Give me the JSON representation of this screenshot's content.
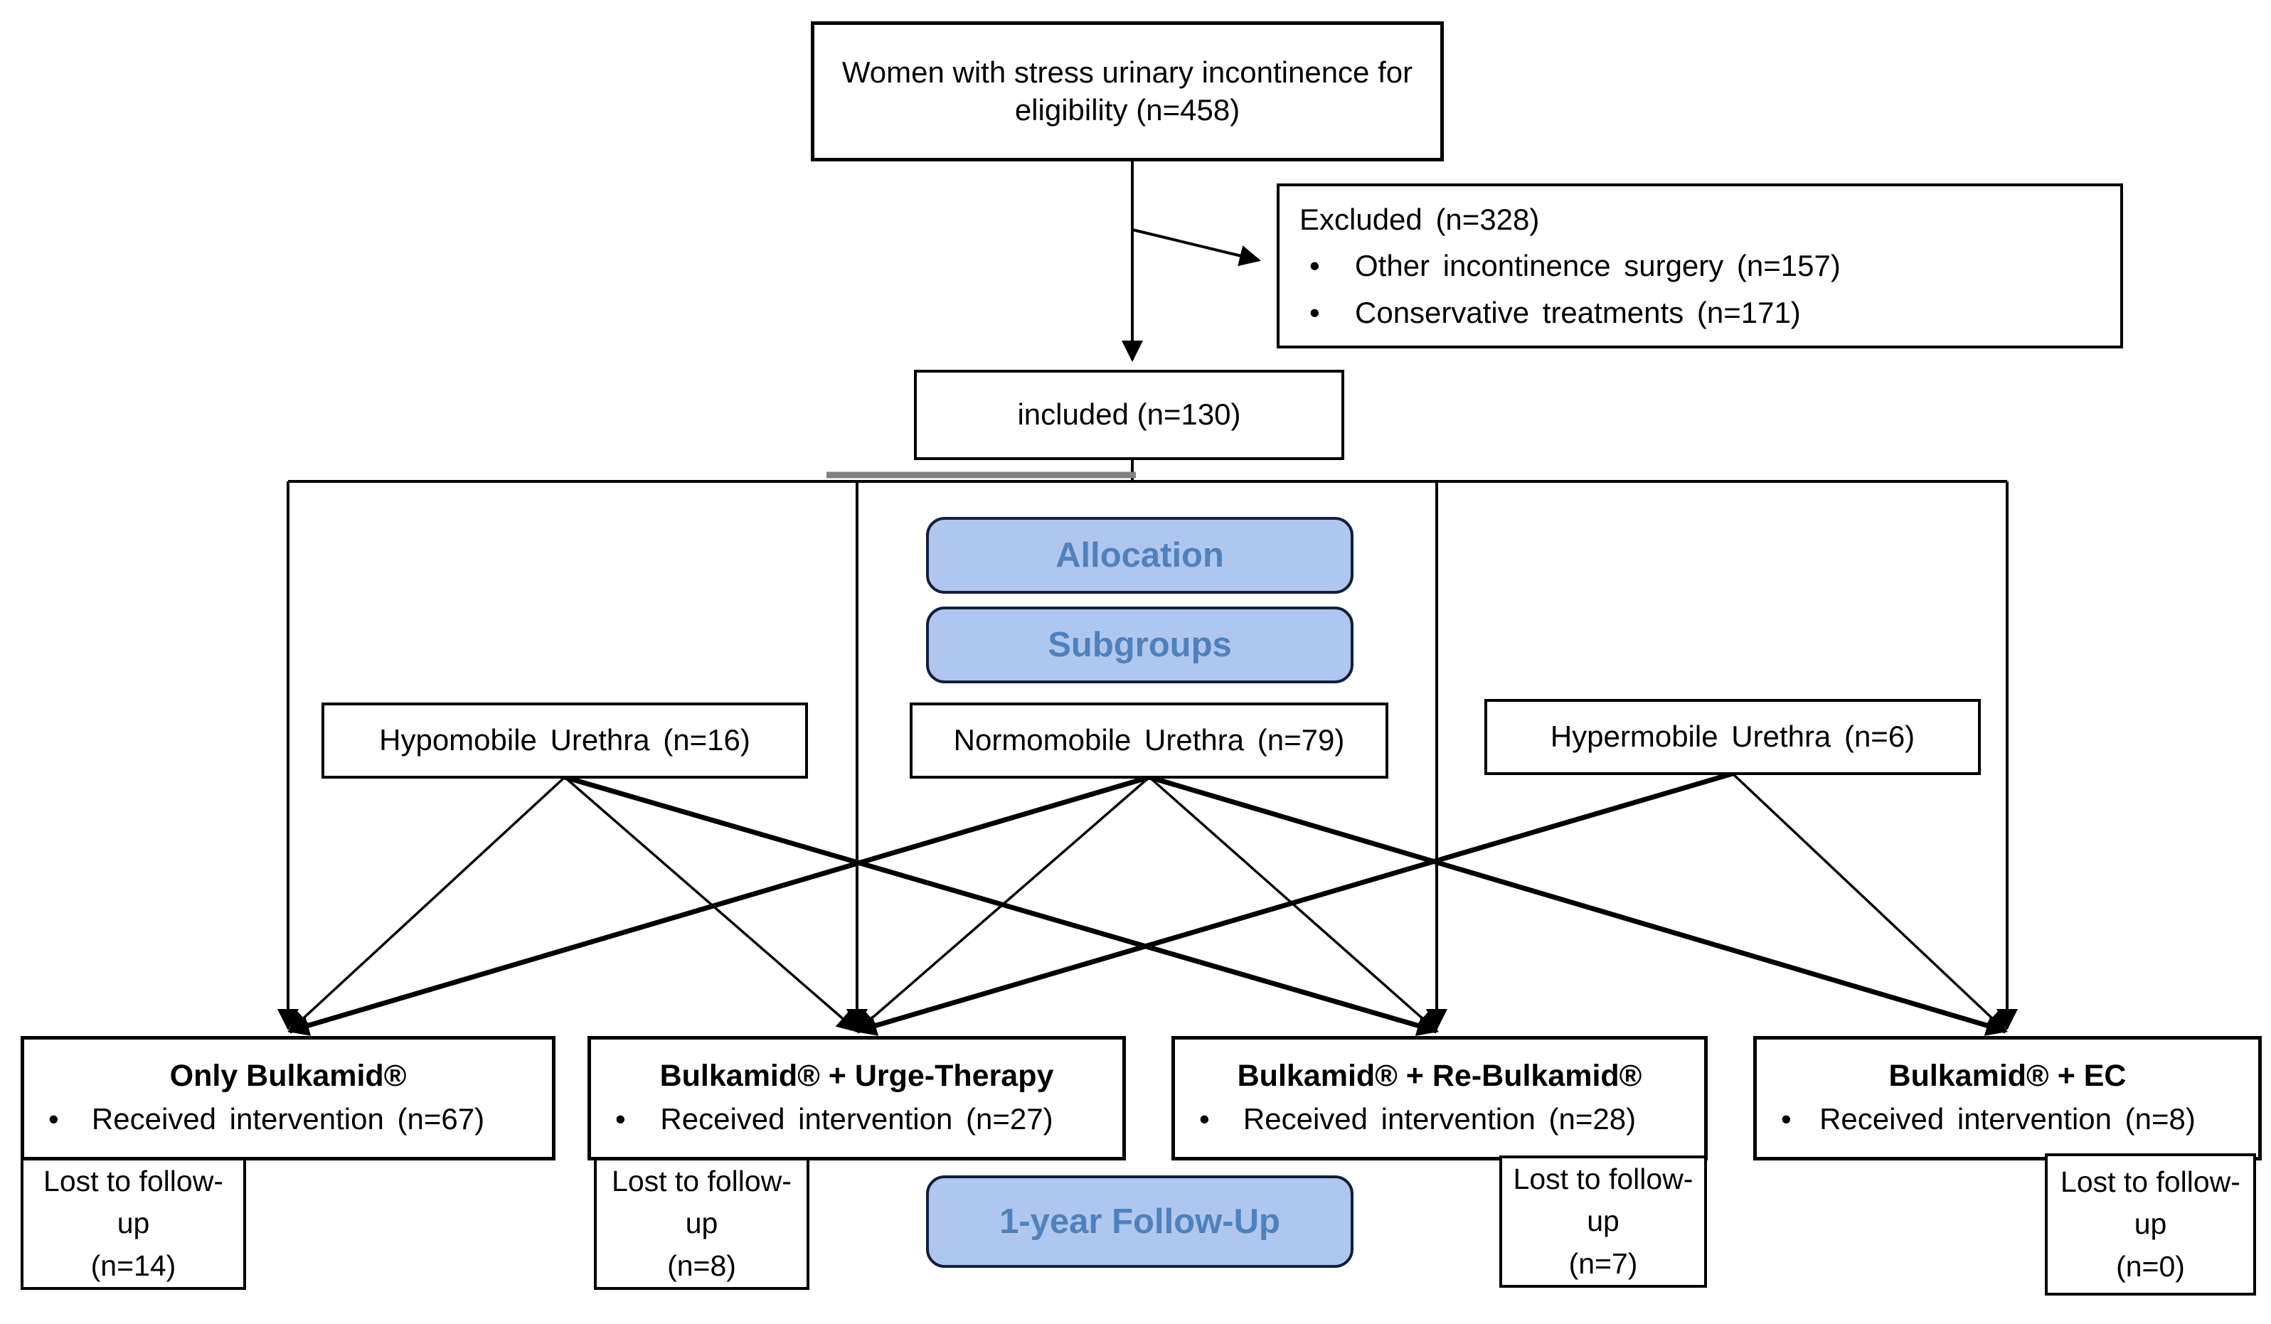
{
  "glyphs": {
    "bullet": "•"
  },
  "colors": {
    "stage_fill": "#afc7ee",
    "stage_border": "#111f3d",
    "stage_text": "#4f81bd",
    "connector_gray": "#808080",
    "line_black": "#000000"
  },
  "eligibility": {
    "text": "Women with stress urinary incontinence for eligibility (n=458)"
  },
  "excluded": {
    "title": "Excluded (n=328)",
    "bullets": [
      "Other incontinence surgery (n=157)",
      "Conservative treatments (n=171)"
    ]
  },
  "included": {
    "text": "included (n=130)"
  },
  "stages": {
    "allocation": "Allocation",
    "subgroups": "Subgroups",
    "followup": "1-year Follow-Up"
  },
  "subgroups": [
    {
      "label": "Hypomobile Urethra (n=16)"
    },
    {
      "label": "Normomobile Urethra (n=79)"
    },
    {
      "label": "Hypermobile Urethra (n=6)"
    }
  ],
  "groups": [
    {
      "title": "Only Bulkamid®",
      "intervention": "Received intervention (n=67)",
      "lost": "Lost to follow-up",
      "lost_n": "(n=14)"
    },
    {
      "title": "Bulkamid® + Urge-Therapy",
      "intervention": "Received intervention (n=27)",
      "lost": "Lost to follow-up",
      "lost_n": "(n=8)"
    },
    {
      "title": "Bulkamid® + Re-Bulkamid®",
      "intervention": "Received intervention (n=28)",
      "lost": "Lost to follow-up",
      "lost_n": "(n=7)"
    },
    {
      "title": "Bulkamid® + EC",
      "intervention": "Received intervention (n=8)",
      "lost": "Lost to follow-up",
      "lost_n": "(n=0)"
    }
  ],
  "edges": [
    {
      "from": "hypomobile",
      "to": "group1",
      "thick": false
    },
    {
      "from": "hypomobile",
      "to": "group2",
      "thick": false
    },
    {
      "from": "hypomobile",
      "to": "group3",
      "thick": true
    },
    {
      "from": "normomobile",
      "to": "group1",
      "thick": true
    },
    {
      "from": "normomobile",
      "to": "group2",
      "thick": false
    },
    {
      "from": "normomobile",
      "to": "group3",
      "thick": false
    },
    {
      "from": "normomobile",
      "to": "group4",
      "thick": true
    },
    {
      "from": "hypermobile",
      "to": "group2",
      "thick": true
    },
    {
      "from": "hypermobile",
      "to": "group4",
      "thick": false
    }
  ]
}
